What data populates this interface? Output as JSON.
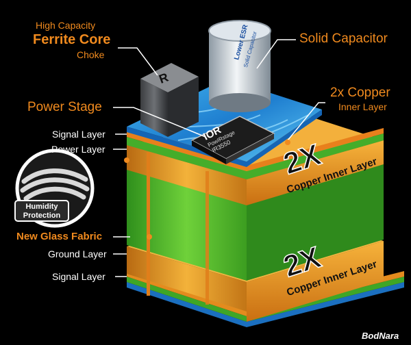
{
  "colors": {
    "orange": "#f08a1e",
    "white": "#ffffff",
    "green": "#4fbf2a",
    "copper": "#e39a2a",
    "blue": "#1f8fd8"
  },
  "labels": {
    "high_capacity": "High Capacity",
    "ferrite_core": "Ferrite Core",
    "choke": "Choke",
    "solid_capacitor": "Solid Capacitor",
    "power_stage": "Power Stage",
    "copper_2x": "2x Copper",
    "inner_layer": "Inner Layer",
    "signal_layer_top": "Signal Layer",
    "power_layer": "Power Layer",
    "new_glass_fabric": "New Glass Fabric",
    "ground_layer": "Ground Layer",
    "signal_layer_bottom": "Signal Layer"
  },
  "badge": {
    "line1": "Humidity",
    "line2": "Protection"
  },
  "copper_panel_top": {
    "big": "2X",
    "small": "Copper Inner Layer"
  },
  "copper_panel_bottom": {
    "big": "2X",
    "small": "Copper Inner Layer"
  },
  "chip": {
    "logo": "IOR",
    "line1": "PowIRstage",
    "line2": "IR3550"
  },
  "capacitor_text": {
    "line1": "Lower ESR",
    "line2": "Solid Capacitor"
  },
  "watermark": "BodNara"
}
